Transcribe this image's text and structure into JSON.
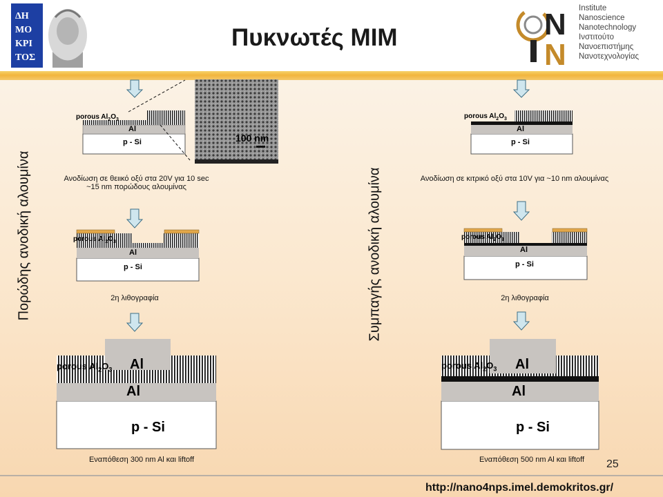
{
  "title": "Πυκνωτές MIM",
  "institute_lines": [
    "Institute",
    "Nanoscience",
    "Nanotechnology",
    "Ινστιτούτο",
    "Νανοεπιστήμης",
    "Νανοτεχνολογίας"
  ],
  "logo_left_text": "ΔΗΜΟΚΡΙΤΟΣ",
  "logo_nin_text": "NIN",
  "left": {
    "side_label": "Πορώδης ανοδική αλουμίνα",
    "step1": {
      "porous": "porous Al",
      "al": "Al",
      "si": "p - Si",
      "caption_line1": "Ανοδίωση σε θειικό οξύ στα 20V για 10 sec",
      "caption_line2": "~15 nm πορώδους αλουμίνας"
    },
    "sem_scale": "100 nm",
    "step2": {
      "porous": "porous Al",
      "al": "Al",
      "si": "p - Si",
      "caption": "2η λιθογραφία"
    },
    "step3": {
      "porous": "porous Al",
      "top_al": "Al",
      "al": "Al",
      "si": "p - Si",
      "caption": "Εναπόθεση 300 nm Al και liftoff"
    }
  },
  "right": {
    "side_label": "Συμπαγής ανοδική αλουμίνα",
    "step1": {
      "porous": "porous Al",
      "al": "Al",
      "si": "p - Si",
      "caption": "Ανοδίωση σε κιτρικό οξύ στα 10V για ~10 nm αλουμίνας"
    },
    "step2": {
      "porous": "porous Al",
      "al": "Al",
      "si": "p - Si",
      "caption": "2η λιθογραφία"
    },
    "step3": {
      "porous": "porous Al",
      "top_al": "Al",
      "al": "Al",
      "si": "p - Si",
      "caption": "Εναπόθεση 500 nm Al και liftoff"
    }
  },
  "page_number": "25",
  "url": "http://nano4nps.imel.demokritos.gr/",
  "colors": {
    "arrow": "#cfe6ee",
    "al": "#c8c4c0",
    "gold": "#e2a74a",
    "header_bar": "#f2b53d"
  }
}
